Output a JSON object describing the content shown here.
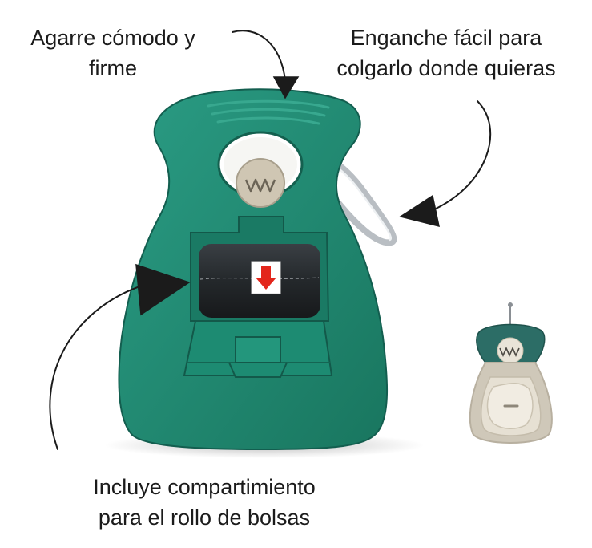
{
  "captions": {
    "grip": {
      "line1": "Agarre cómodo y",
      "line2": "firme"
    },
    "hook": {
      "line1": "Enganche fácil para",
      "line2": "colgarlo donde quieras"
    },
    "roll": {
      "line1": "Incluye compartimiento",
      "line2": "para el rollo de bolsas"
    }
  },
  "icons": {
    "main_product": "bag-dispenser-image",
    "mini_product": "dispenser-back-view-image",
    "logo": "vvv-logo-icon",
    "roll_arrow": "down-arrow-icon",
    "pointer_arrows": [
      "arrow-to-grip-icon",
      "arrow-to-hook-icon",
      "arrow-to-compartment-icon"
    ]
  },
  "colors": {
    "body": "#1f8a74",
    "body_dark": "#176b5a",
    "roll": "#2b2f33",
    "arrow_red": "#e3261c",
    "beige": "#ddd6c8",
    "text": "#1b1b1b"
  }
}
